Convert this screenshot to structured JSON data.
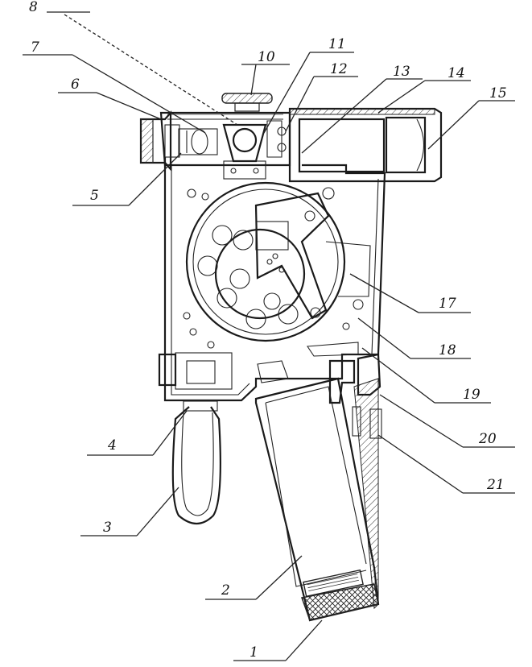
{
  "diagram": {
    "callouts": [
      {
        "id": "c1",
        "text": "1"
      },
      {
        "id": "c2",
        "text": "2"
      },
      {
        "id": "c3",
        "text": "3"
      },
      {
        "id": "c4",
        "text": "4"
      },
      {
        "id": "c5",
        "text": "5"
      },
      {
        "id": "c6",
        "text": "6"
      },
      {
        "id": "c7",
        "text": "7"
      },
      {
        "id": "c8",
        "text": "8"
      },
      {
        "id": "c10",
        "text": "10"
      },
      {
        "id": "c11",
        "text": "11"
      },
      {
        "id": "c12",
        "text": "12"
      },
      {
        "id": "c13",
        "text": "13"
      },
      {
        "id": "c14",
        "text": "14"
      },
      {
        "id": "c15",
        "text": "15"
      },
      {
        "id": "c17",
        "text": "17"
      },
      {
        "id": "c18",
        "text": "18"
      },
      {
        "id": "c19",
        "text": "19"
      },
      {
        "id": "c20",
        "text": "20"
      },
      {
        "id": "c21",
        "text": "21"
      }
    ]
  }
}
